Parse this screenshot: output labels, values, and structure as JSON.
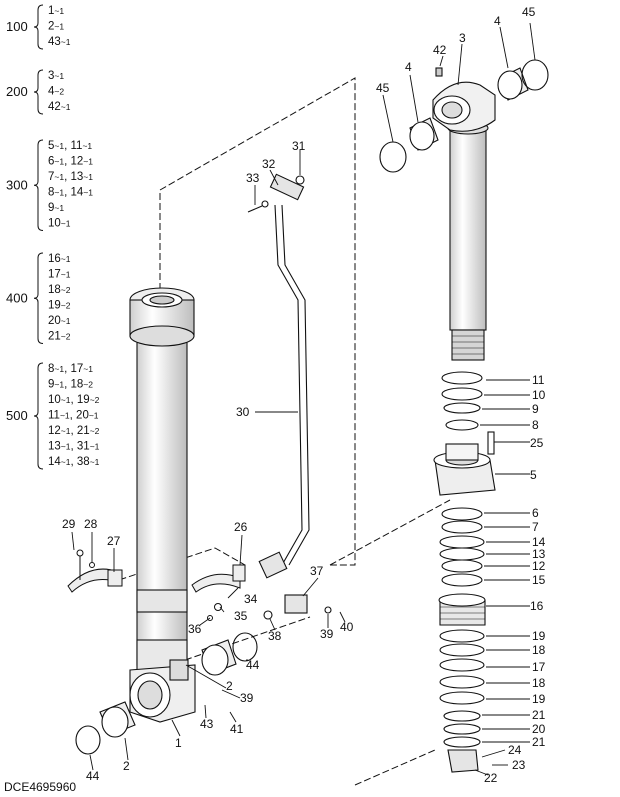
{
  "kit_groups": [
    {
      "code": "100",
      "lines": [
        [
          [
            "1",
            "~1"
          ]
        ],
        [
          [
            "2",
            "~1"
          ]
        ],
        [
          [
            "43",
            "~1"
          ]
        ]
      ]
    },
    {
      "code": "200",
      "lines": [
        [
          [
            "3",
            "~1"
          ]
        ],
        [
          [
            "4",
            "~2"
          ]
        ],
        [
          [
            "42",
            "~1"
          ]
        ]
      ]
    },
    {
      "code": "300",
      "lines": [
        [
          [
            "5",
            "~1"
          ],
          [
            "11",
            "~1"
          ]
        ],
        [
          [
            "6",
            "~1"
          ],
          [
            "12",
            "~1"
          ]
        ],
        [
          [
            "7",
            "~1"
          ],
          [
            "13",
            "~1"
          ]
        ],
        [
          [
            "8",
            "~1"
          ],
          [
            "14",
            "~1"
          ]
        ],
        [
          [
            "9",
            "~1"
          ]
        ],
        [
          [
            "10",
            "~1"
          ]
        ]
      ]
    },
    {
      "code": "400",
      "lines": [
        [
          [
            "16",
            "~1"
          ]
        ],
        [
          [
            "17",
            "~1"
          ]
        ],
        [
          [
            "18",
            "~2"
          ]
        ],
        [
          [
            "19",
            "~2"
          ]
        ],
        [
          [
            "20",
            "~1"
          ]
        ],
        [
          [
            "21",
            "~2"
          ]
        ]
      ]
    },
    {
      "code": "500",
      "lines": [
        [
          [
            "8",
            "~1"
          ],
          [
            "17",
            "~1"
          ]
        ],
        [
          [
            "9",
            "~1"
          ],
          [
            "18",
            "~2"
          ]
        ],
        [
          [
            "10",
            "~1"
          ],
          [
            "19",
            "~2"
          ]
        ],
        [
          [
            "11",
            "~1"
          ],
          [
            "20",
            "~1"
          ]
        ],
        [
          [
            "12",
            "~1"
          ],
          [
            "21",
            "~2"
          ]
        ],
        [
          [
            "13",
            "~1"
          ],
          [
            "31",
            "~1"
          ]
        ],
        [
          [
            "14",
            "~1"
          ],
          [
            "38",
            "~1"
          ]
        ]
      ]
    }
  ],
  "right_callouts": [
    "11",
    "10",
    "9",
    "8",
    "25",
    "5",
    "6",
    "7",
    "14",
    "13",
    "12",
    "15",
    "16",
    "19",
    "18",
    "17",
    "18",
    "19",
    "21",
    "20",
    "21",
    "24",
    "23",
    "22"
  ],
  "left_callouts": [
    "45",
    "4",
    "42",
    "3",
    "4",
    "45",
    "31",
    "32",
    "33",
    "30",
    "29",
    "28",
    "27",
    "26",
    "34",
    "35",
    "36",
    "37",
    "38",
    "39",
    "40",
    "44",
    "2",
    "39",
    "43",
    "41",
    "1",
    "2",
    "44"
  ],
  "drawing_code": "DCE4695960",
  "colors": {
    "line": "#111111",
    "shade": "#d8d8d8",
    "background": "#ffffff"
  }
}
